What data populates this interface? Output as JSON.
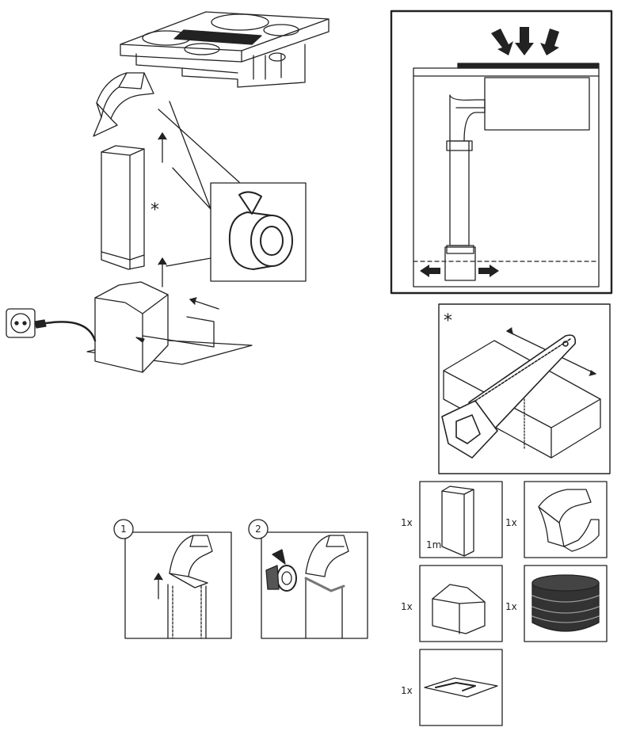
{
  "asterisk": "*",
  "steps": {
    "step1": "1",
    "step2": "2"
  },
  "parts": {
    "duct_qty": "1x",
    "duct_length": "1m",
    "bend_qty": "1x",
    "plenum_qty": "1x",
    "filter_qty": "1x",
    "template_qty": "1x"
  },
  "colors": {
    "line": "#222222",
    "filter": "#333333",
    "tape_gray": "#777777"
  }
}
